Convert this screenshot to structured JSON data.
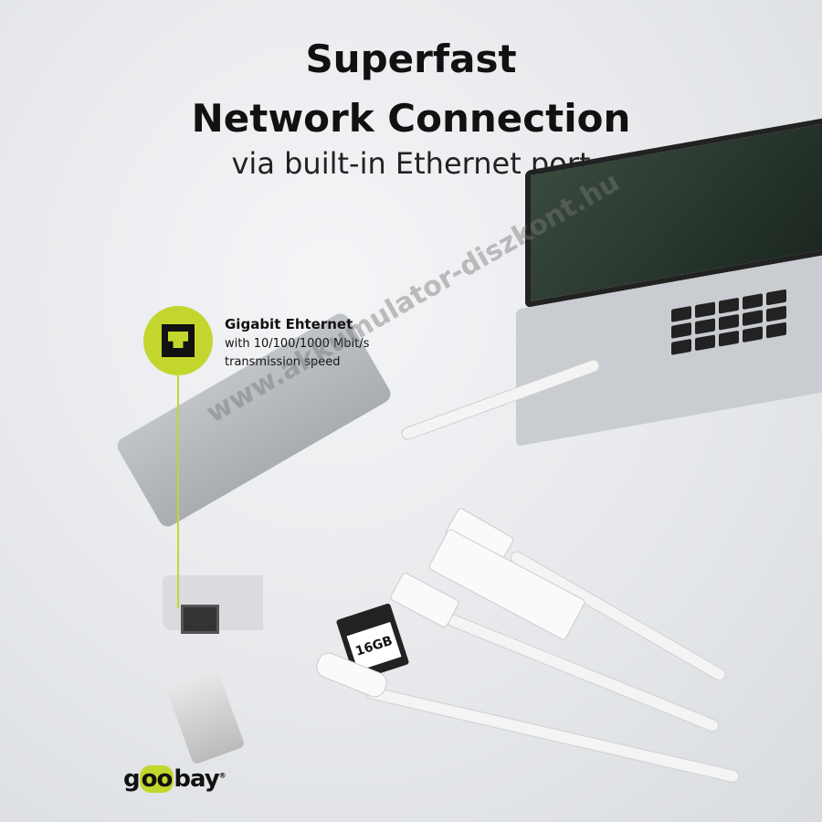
{
  "headline": {
    "line1": "Superfast",
    "line2": "Network Connection",
    "subtitle": "via built-in Ethernet port"
  },
  "feature": {
    "icon": "ethernet-port-icon",
    "title": "Gigabit Ehternet",
    "line1": "with 10/100/1000 Mbit/s",
    "line2": "transmission speed"
  },
  "sd_card": {
    "capacity": "16GB"
  },
  "watermark": "www.akkumulator-diszkont.hu",
  "brand": {
    "g": "g",
    "oo": "oo",
    "bay": "bay",
    "reg": "®"
  },
  "colors": {
    "accent": "#c3d62d",
    "text": "#111111"
  }
}
